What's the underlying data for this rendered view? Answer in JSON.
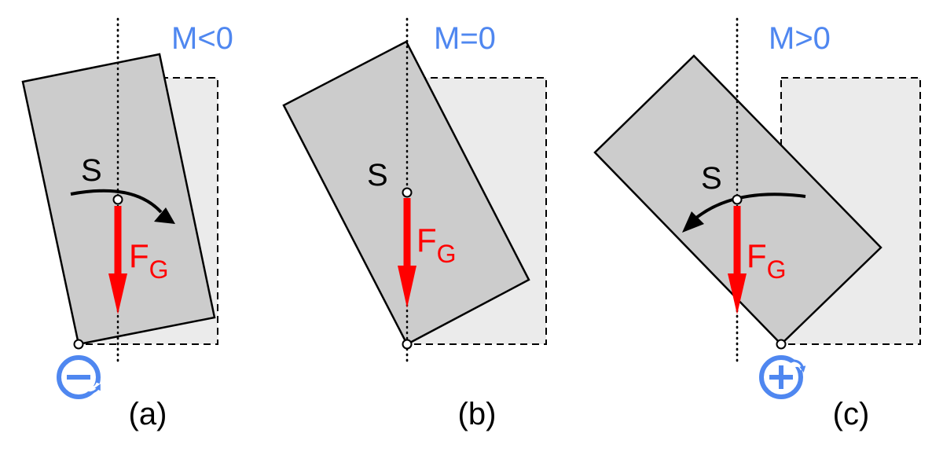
{
  "panels": [
    {
      "moment_label": "M<0",
      "center_label": "S",
      "force_label": "F",
      "force_subscript": "G",
      "caption": "(a)",
      "sign_icon": "minus-rotation-icon"
    },
    {
      "moment_label": "M=0",
      "center_label": "S",
      "force_label": "F",
      "force_subscript": "G",
      "caption": "(b)",
      "sign_icon": null
    },
    {
      "moment_label": "M>0",
      "center_label": "S",
      "force_label": "F",
      "force_subscript": "G",
      "caption": "(c)",
      "sign_icon": "plus-rotation-icon"
    }
  ],
  "colors": {
    "block": "#cccccc",
    "original_outline_fill": "#ebebeb",
    "force": "#ff0000",
    "moment": "#4f87f0",
    "outline": "#000000"
  }
}
